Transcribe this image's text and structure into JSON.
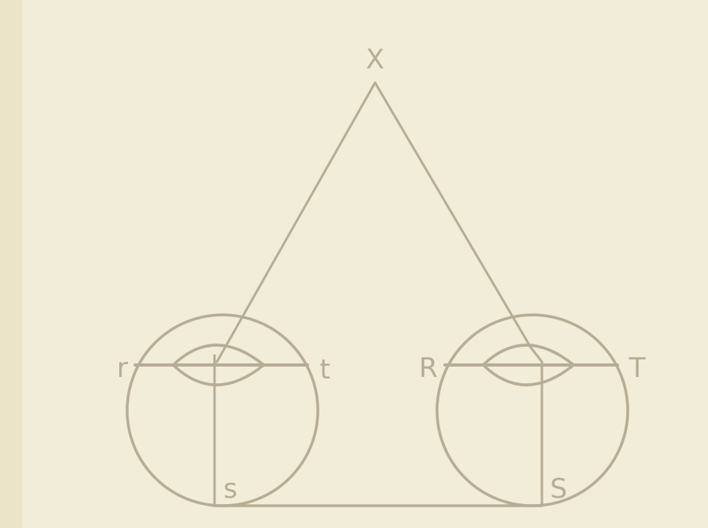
{
  "colors": {
    "ink": "#b7ad94",
    "paper": "#f1edd9",
    "margin_strip": "#ebe4c9"
  },
  "labels": {
    "apex": "X",
    "left_retina_left": "r",
    "left_retina_right": "t",
    "left_bottom": "s",
    "right_retina_left": "R",
    "right_retina_right": "T",
    "right_bottom": "S"
  }
}
